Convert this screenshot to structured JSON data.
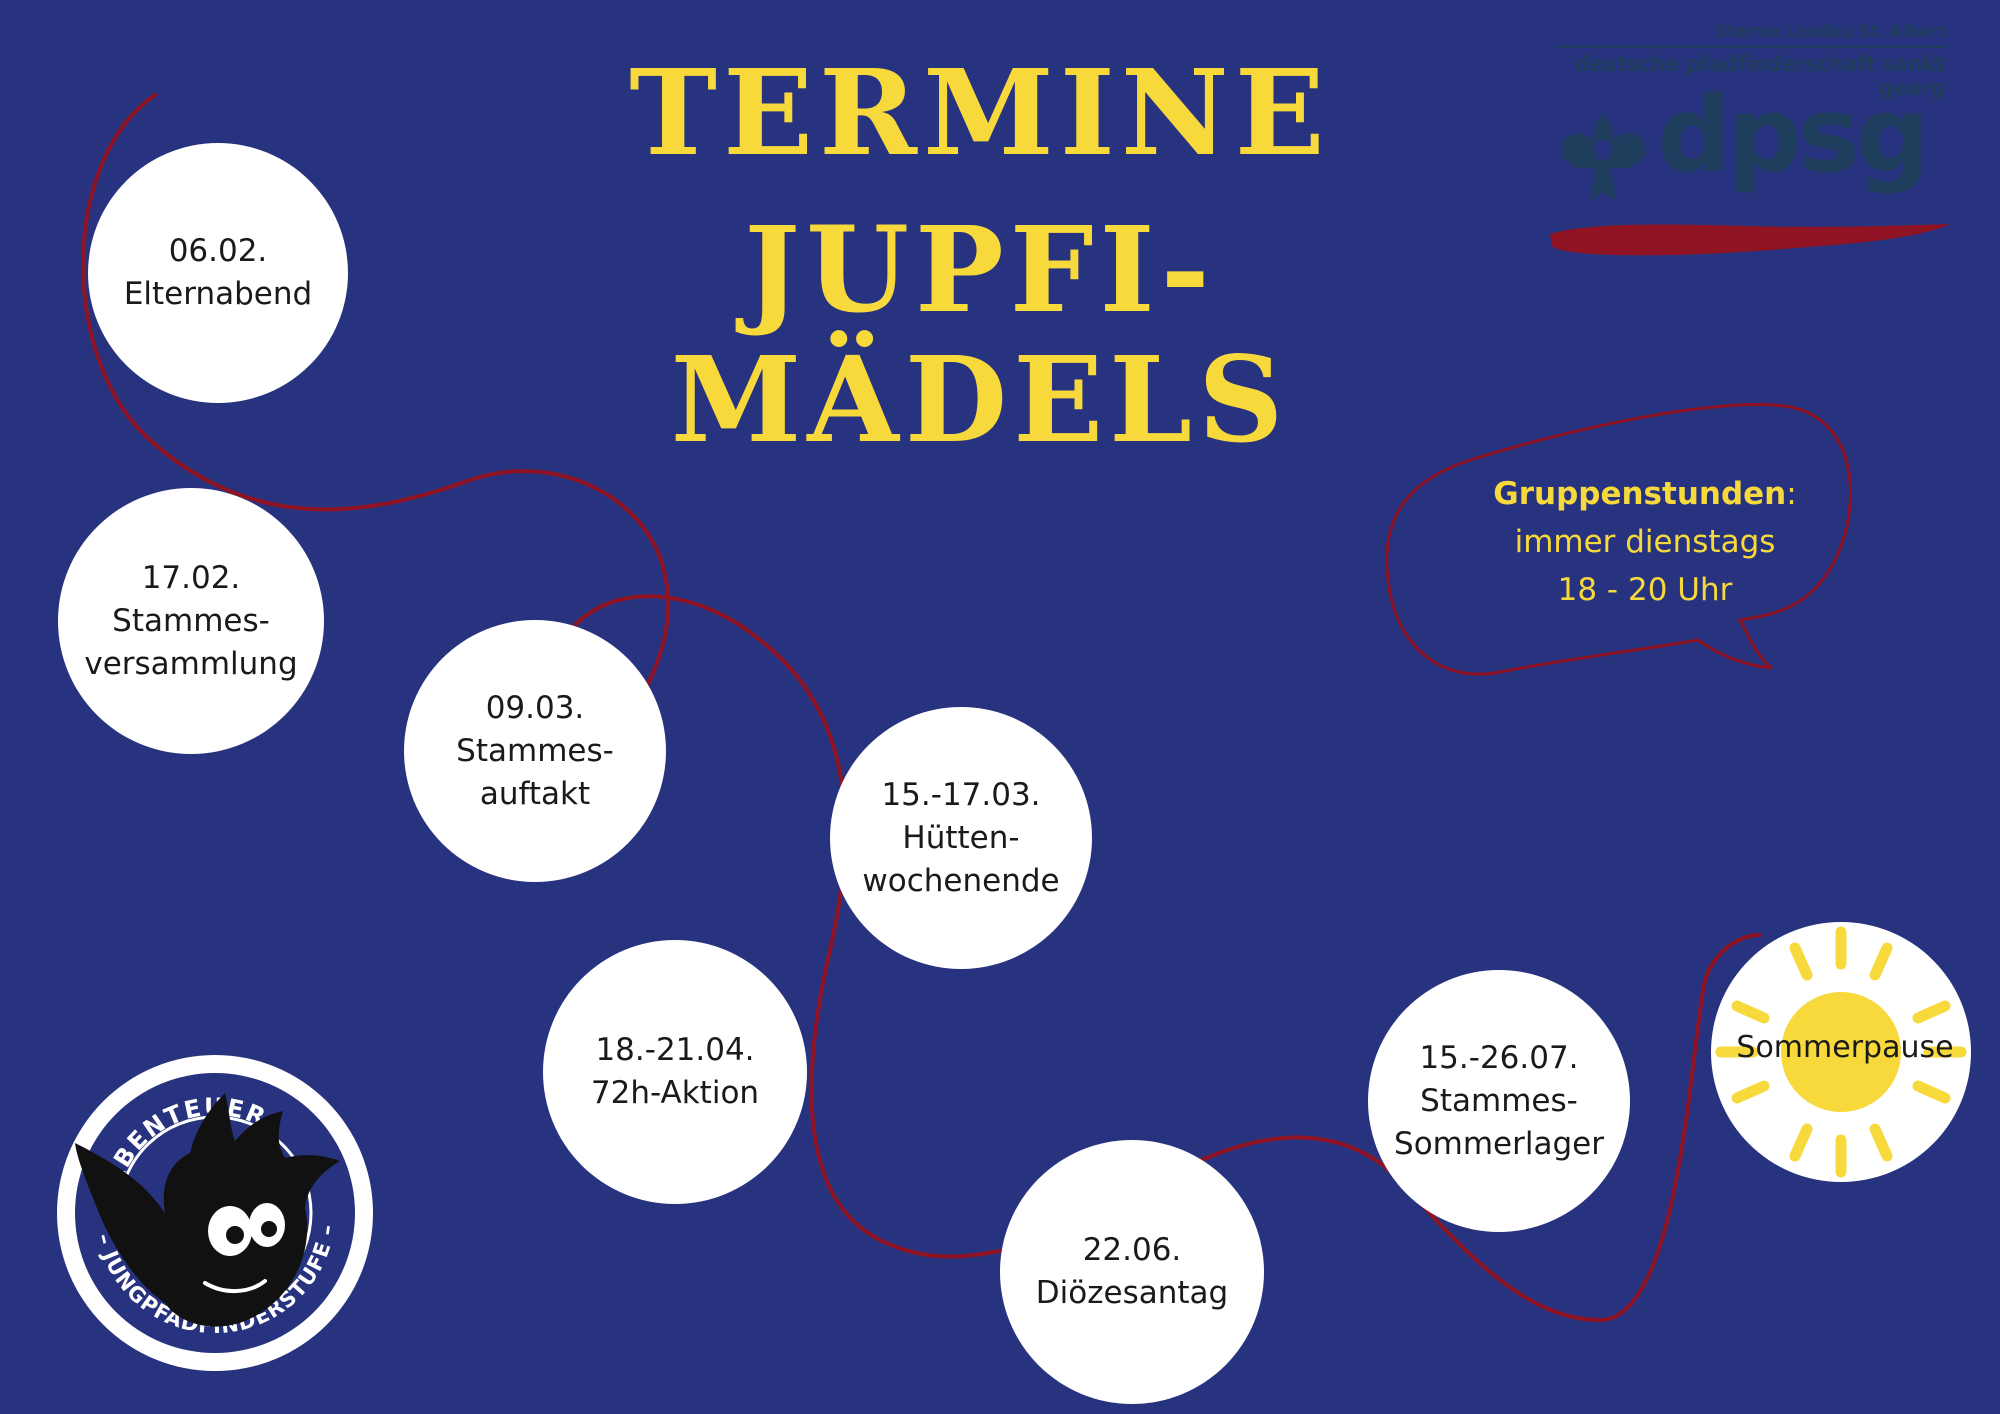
{
  "title": {
    "line1": "TERMINE",
    "line2": "JUPFI-MÄDELS"
  },
  "colors": {
    "background": "#28337f",
    "accent_yellow": "#f7d93b",
    "path_red": "#8f1322",
    "circle_white": "#ffffff",
    "logo_blue": "#1f3d5c"
  },
  "events": [
    {
      "date": "06.02.",
      "lines": [
        "Elternabend"
      ]
    },
    {
      "date": "17.02.",
      "lines": [
        "Stammes-",
        "versammlung"
      ]
    },
    {
      "date": "09.03.",
      "lines": [
        "Stammes-",
        "auftakt"
      ]
    },
    {
      "date": "15.-17.03.",
      "lines": [
        "Hütten-",
        "wochenende"
      ]
    },
    {
      "date": "18.-21.04.",
      "lines": [
        "72h-Aktion"
      ]
    },
    {
      "date": "22.06.",
      "lines": [
        "Diözesantag"
      ]
    },
    {
      "date": "15.-26.07.",
      "lines": [
        "Stammes-",
        "Sommerlager"
      ]
    }
  ],
  "sun": {
    "label": "Sommerpause",
    "icon": "sun-icon"
  },
  "speech_bubble": {
    "heading": "Gruppenstunden",
    "colon": ":",
    "line2": "immer dienstags",
    "line3": "18 - 20 Uhr"
  },
  "dpsg_logo": {
    "stamm": "Stamm Landau St. Albert",
    "org": "deutsche pfadfinderschaft sankt georg",
    "wordmark": "dpsg",
    "icon": "lily-icon"
  },
  "badge": {
    "top_text": "ABENTEUER",
    "bottom_text": "– JUNGPFADFINDERSTUFE –",
    "icon": "wolf-mascot-icon"
  }
}
